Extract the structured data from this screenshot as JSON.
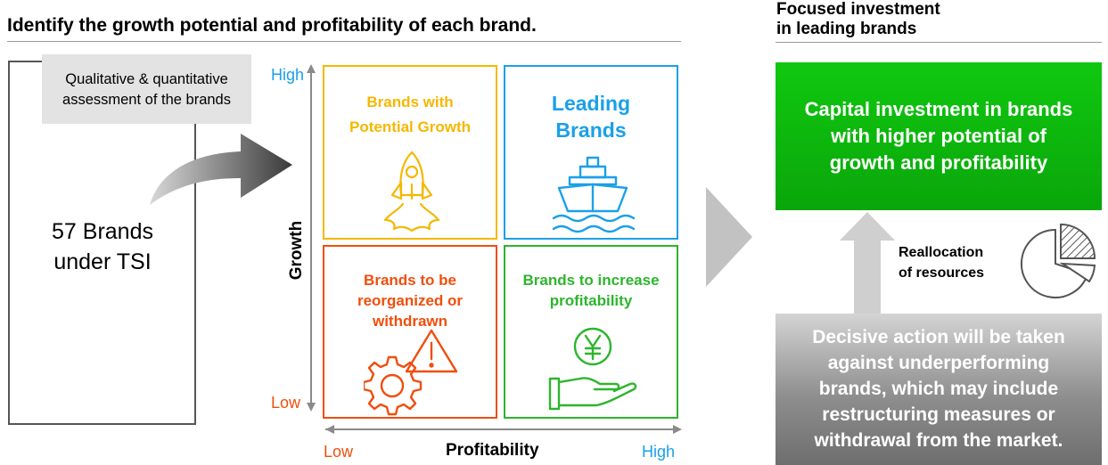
{
  "header": {
    "title": "Identify the growth potential and profitability of each brand.",
    "right_title_line1": "Focused investment",
    "right_title_line2": "in leading brands"
  },
  "left": {
    "brands_line1": "57 Brands",
    "brands_line2": "under TSI",
    "callout_line1": "Qualitative & quantitative",
    "callout_line2": "assessment of the brands"
  },
  "matrix": {
    "y_axis_title": "Growth",
    "x_axis_title": "Profitability",
    "y_high": "High",
    "y_low": "Low",
    "x_low": "Low",
    "x_high": "High",
    "quadrants": {
      "top_left": {
        "line1": "Brands with",
        "line2": "Potential Growth",
        "icon": "rocket-icon",
        "color": "#f5b700"
      },
      "top_right": {
        "line1": "Leading",
        "line2": "Brands",
        "icon": "ship-icon",
        "color": "#1aa0e8"
      },
      "bottom_left": {
        "line1": "Brands to be",
        "line2": "reorganized or",
        "line3": "withdrawn",
        "icon": "gear-warning-icon",
        "color": "#f04e0c"
      },
      "bottom_right": {
        "line1": "Brands to increase",
        "line2": "profitability",
        "icon": "yen-hand-icon",
        "color": "#2db52d"
      }
    }
  },
  "right": {
    "green_line1": "Capital investment in brands",
    "green_line2": "with higher potential of",
    "green_line3": "growth and profitability",
    "realloc_line1": "Reallocation",
    "realloc_line2": "of resources",
    "gray_line1": "Decisive action will be taken",
    "gray_line2": "against underperforming",
    "gray_line3": "brands, which may include",
    "gray_line4": "restructuring measures or",
    "gray_line5": "withdrawal from the market."
  }
}
